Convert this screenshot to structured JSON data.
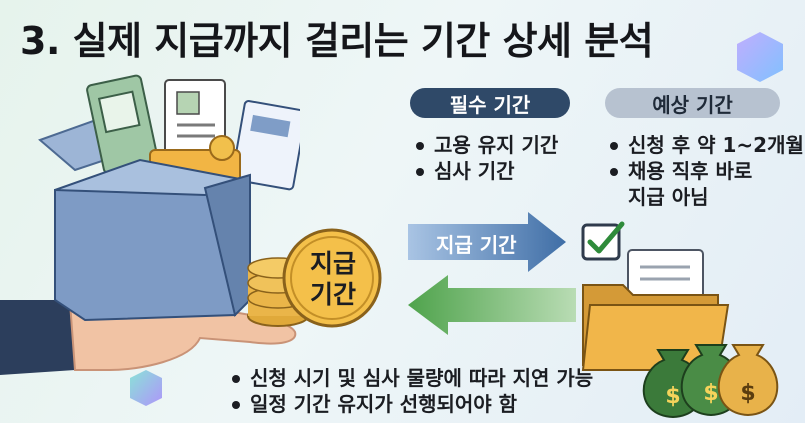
{
  "title": "3. 실제 지급까지 걸리는 기간 상세 분석",
  "required": {
    "label": "필수 기간",
    "items": [
      "고용 유지 기간",
      "심사 기간"
    ]
  },
  "expected": {
    "label": "예상 기간",
    "items": [
      "신청 후 약 1~2개월",
      "채용 직후 바로"
    ],
    "continuation": "지급 아님"
  },
  "arrow": {
    "label": "지급 기간"
  },
  "coin": {
    "line1": "지급",
    "line2": "기간"
  },
  "notes": [
    "신청 시기 및 심사 물량에 따라 지연 가능",
    "일정 기간 유지가 선행되어야 함"
  ],
  "icons": [
    "box-of-documents-icon",
    "hand-icon",
    "coin-stack-icon",
    "folder-icon",
    "checkbox-icon",
    "money-bag-icon",
    "arrow-right-icon",
    "arrow-left-icon"
  ]
}
